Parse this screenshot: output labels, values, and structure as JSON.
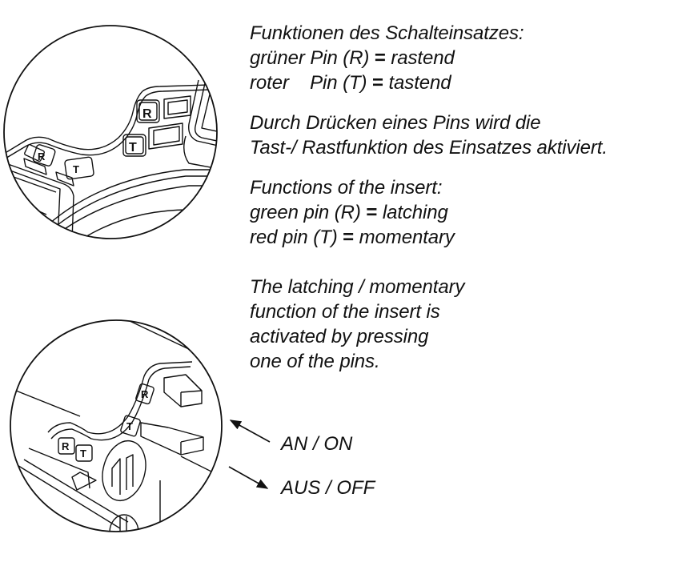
{
  "german_block": {
    "heading": "Funktionen des Schalteinsatzes:",
    "line_green": {
      "pre": "grüner Pin (R) ",
      "eq": "=",
      "post": " rastend"
    },
    "line_red": {
      "pre": "roter    Pin (T) ",
      "eq": "=",
      "post": " tastend"
    },
    "desc_1": "Durch Drücken eines Pins wird die",
    "desc_2": "Tast-/ Rastfunktion des Einsatzes aktiviert."
  },
  "english_block": {
    "heading": "Functions of the insert:",
    "line_green": {
      "pre": "green pin (R) ",
      "eq": "=",
      "post": " latching"
    },
    "line_red": {
      "pre": "red pin (T) ",
      "eq": "=",
      "post": " momentary"
    },
    "desc_1": "The latching / momentary",
    "desc_2": "function of the insert is",
    "desc_3": "activated by pressing",
    "desc_4": "one of the pins."
  },
  "arrows": {
    "on_label": "AN / ON",
    "off_label": "AUS / OFF"
  },
  "pin_labels": {
    "latching": "R",
    "momentary": "T"
  },
  "colors": {
    "ink": "#111111",
    "background": "#ffffff"
  }
}
